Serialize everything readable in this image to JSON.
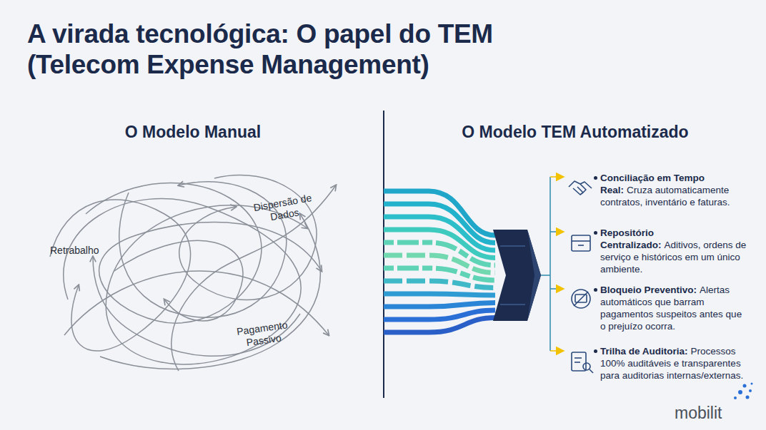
{
  "diagram": {
    "title": "A virada tecnológica: O papel do TEM (Telecom Expense Management)",
    "labels": [
      "O Modelo Manual",
      "Retrabalho",
      "Dispersão de Dados",
      "Pagamento Passivo",
      "O Modelo TEM Automatizado",
      "Conciliação em Tempo Real:",
      "Cruza automaticamente contratos, inventário e faturas.",
      "Repositório Centralizado:",
      "Aditivos, ordens de serviço e históricos em um único ambiente.",
      "Bloqueio Preventivo:",
      "Alertas automáticos que barram pagamentos suspeitos antes que o prejuízo ocorra.",
      "Trilha de Auditoria:",
      "Processos 100% auditáveis e transparentes para auditorias internas/externas.",
      "mobilit"
    ]
  }
}
